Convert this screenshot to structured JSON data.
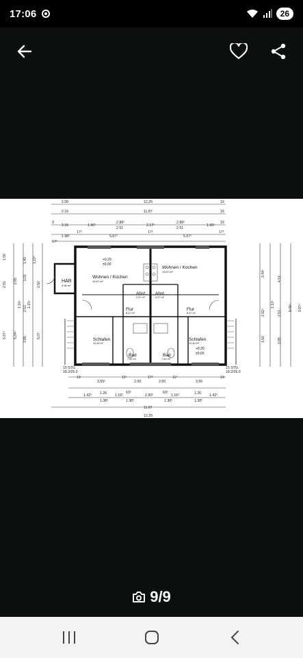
{
  "status": {
    "time": "17:06",
    "battery": "26"
  },
  "counter": {
    "text": "9/9"
  },
  "plan": {
    "dims_top": [
      "2.00",
      "12,25",
      "19",
      "2.16",
      "11.87",
      "19",
      "3",
      "2.16",
      "1.96⁵",
      "2.88⁵",
      "2.51",
      "2.17⁵",
      "2.88⁵",
      "2.51",
      "1.96⁵",
      "19",
      "17⁵",
      "1.98⁵",
      "17⁵",
      "5.67⁵",
      "17⁵",
      "5.67⁵",
      "17⁵"
    ],
    "dims_bottom": [
      "15 STG",
      "18.2/25.0",
      "15 STG",
      "18.2/25.0",
      "19",
      "11⁵",
      "17⁵",
      "11⁵",
      "19",
      "3.55⁵",
      "2.00",
      "2.00",
      "3.56",
      "1.42⁵",
      "1.26",
      "1.16⁵",
      "63⁵",
      "2.90⁵",
      "63⁵",
      "1.16⁵",
      "1.26",
      "1.42⁵",
      "1.38⁵",
      "1.38⁵",
      "1.38⁵",
      "1.38⁵",
      "11.87",
      "12.25"
    ],
    "dims_left": [
      "1.56",
      "2.91",
      "5.37⁵",
      "5.24⁵",
      "5.07",
      "2.85",
      "1.40",
      "1.01",
      "2.51",
      "3.85",
      "1.22⁵",
      "2.50",
      "1.16⁵",
      "1.15⁵"
    ],
    "dims_right": [
      "3.44⁵",
      "4.51",
      "9.49⁵",
      "9.87⁵",
      "1.92⁵",
      "2.51",
      "3.50",
      "3.85",
      "1.13⁵"
    ],
    "rooms": [
      {
        "name": "HAR",
        "area": "4.96 m²"
      },
      {
        "name": "Wohnen / Küchen",
        "area": "15.67 m²",
        "level": "+0.20",
        "level2": "±0.00"
      },
      {
        "name": "Wohnen / Kochen",
        "area": "19.67 m²"
      },
      {
        "name": "Abst.",
        "area": "2.07 m²"
      },
      {
        "name": "Abst.",
        "area": "2.07 m²"
      },
      {
        "name": "Flur",
        "area": "8.47 m²"
      },
      {
        "name": "Flur",
        "area": "8.47 m²"
      },
      {
        "name": "Schlafen",
        "area": "12.45 m²"
      },
      {
        "name": "Bad",
        "area": "7.00 m²"
      },
      {
        "name": "Bad",
        "area": "7.00 m²"
      },
      {
        "name": "Schlafen",
        "area": "12.40 m²",
        "level": "+0.20",
        "level2": "±0.00"
      }
    ]
  },
  "icons": {
    "back": "arrow-back-icon",
    "favorite": "heart-icon",
    "share": "share-icon",
    "camera": "camera-icon"
  }
}
